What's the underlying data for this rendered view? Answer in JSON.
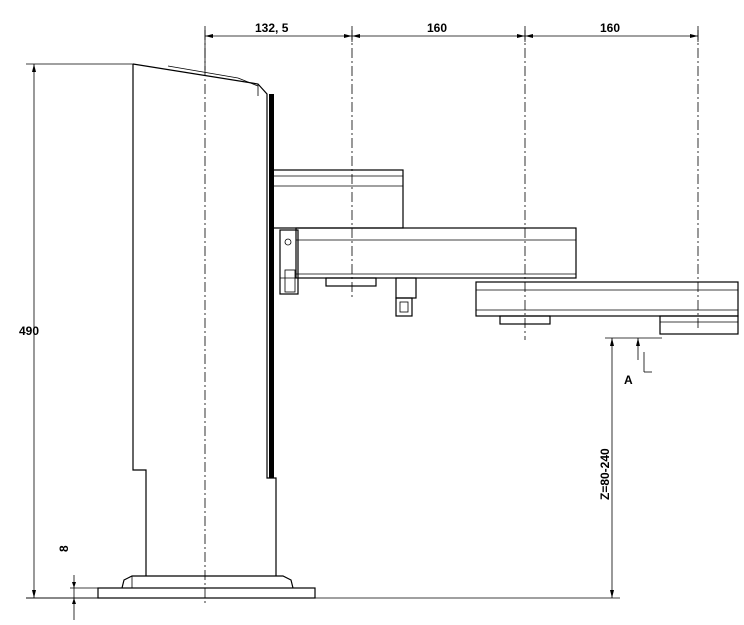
{
  "dimensions": {
    "top_first": "132, 5",
    "top_second": "160",
    "top_third": "160",
    "height_total": "490",
    "base_thickness": "8",
    "stroke_range": "Z=80-240",
    "detail_marker": "A"
  }
}
